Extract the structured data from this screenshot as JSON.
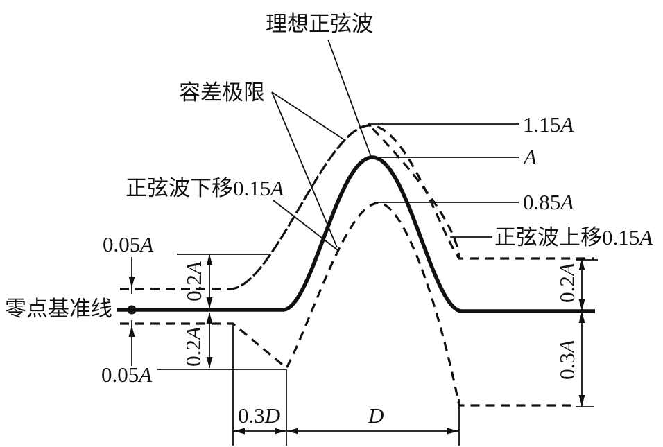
{
  "colors": {
    "background": "#ffffff",
    "line": "#111111"
  },
  "symbols": {
    "amplitude": "A",
    "width": "D"
  },
  "callouts": {
    "ideal_sine_wave": "理想正弦波",
    "tolerance_limit": "容差极限",
    "sine_shift_down": "正弦波下移0.15",
    "sine_shift_up": "正弦波上移0.15",
    "zero_baseline": "零点基准线"
  },
  "right_levels": {
    "upper_value": "1.15",
    "lower_value": "0.85"
  },
  "left_offsets": {
    "top_value": "0.05",
    "bottom_value": "0.05"
  },
  "band_dimensions": {
    "left_upper_value": "0.2",
    "left_lower_value": "0.2",
    "right_upper_value": "0.2",
    "right_lower_value": "0.3"
  },
  "width_dimensions": {
    "lead_value": "0.3"
  }
}
